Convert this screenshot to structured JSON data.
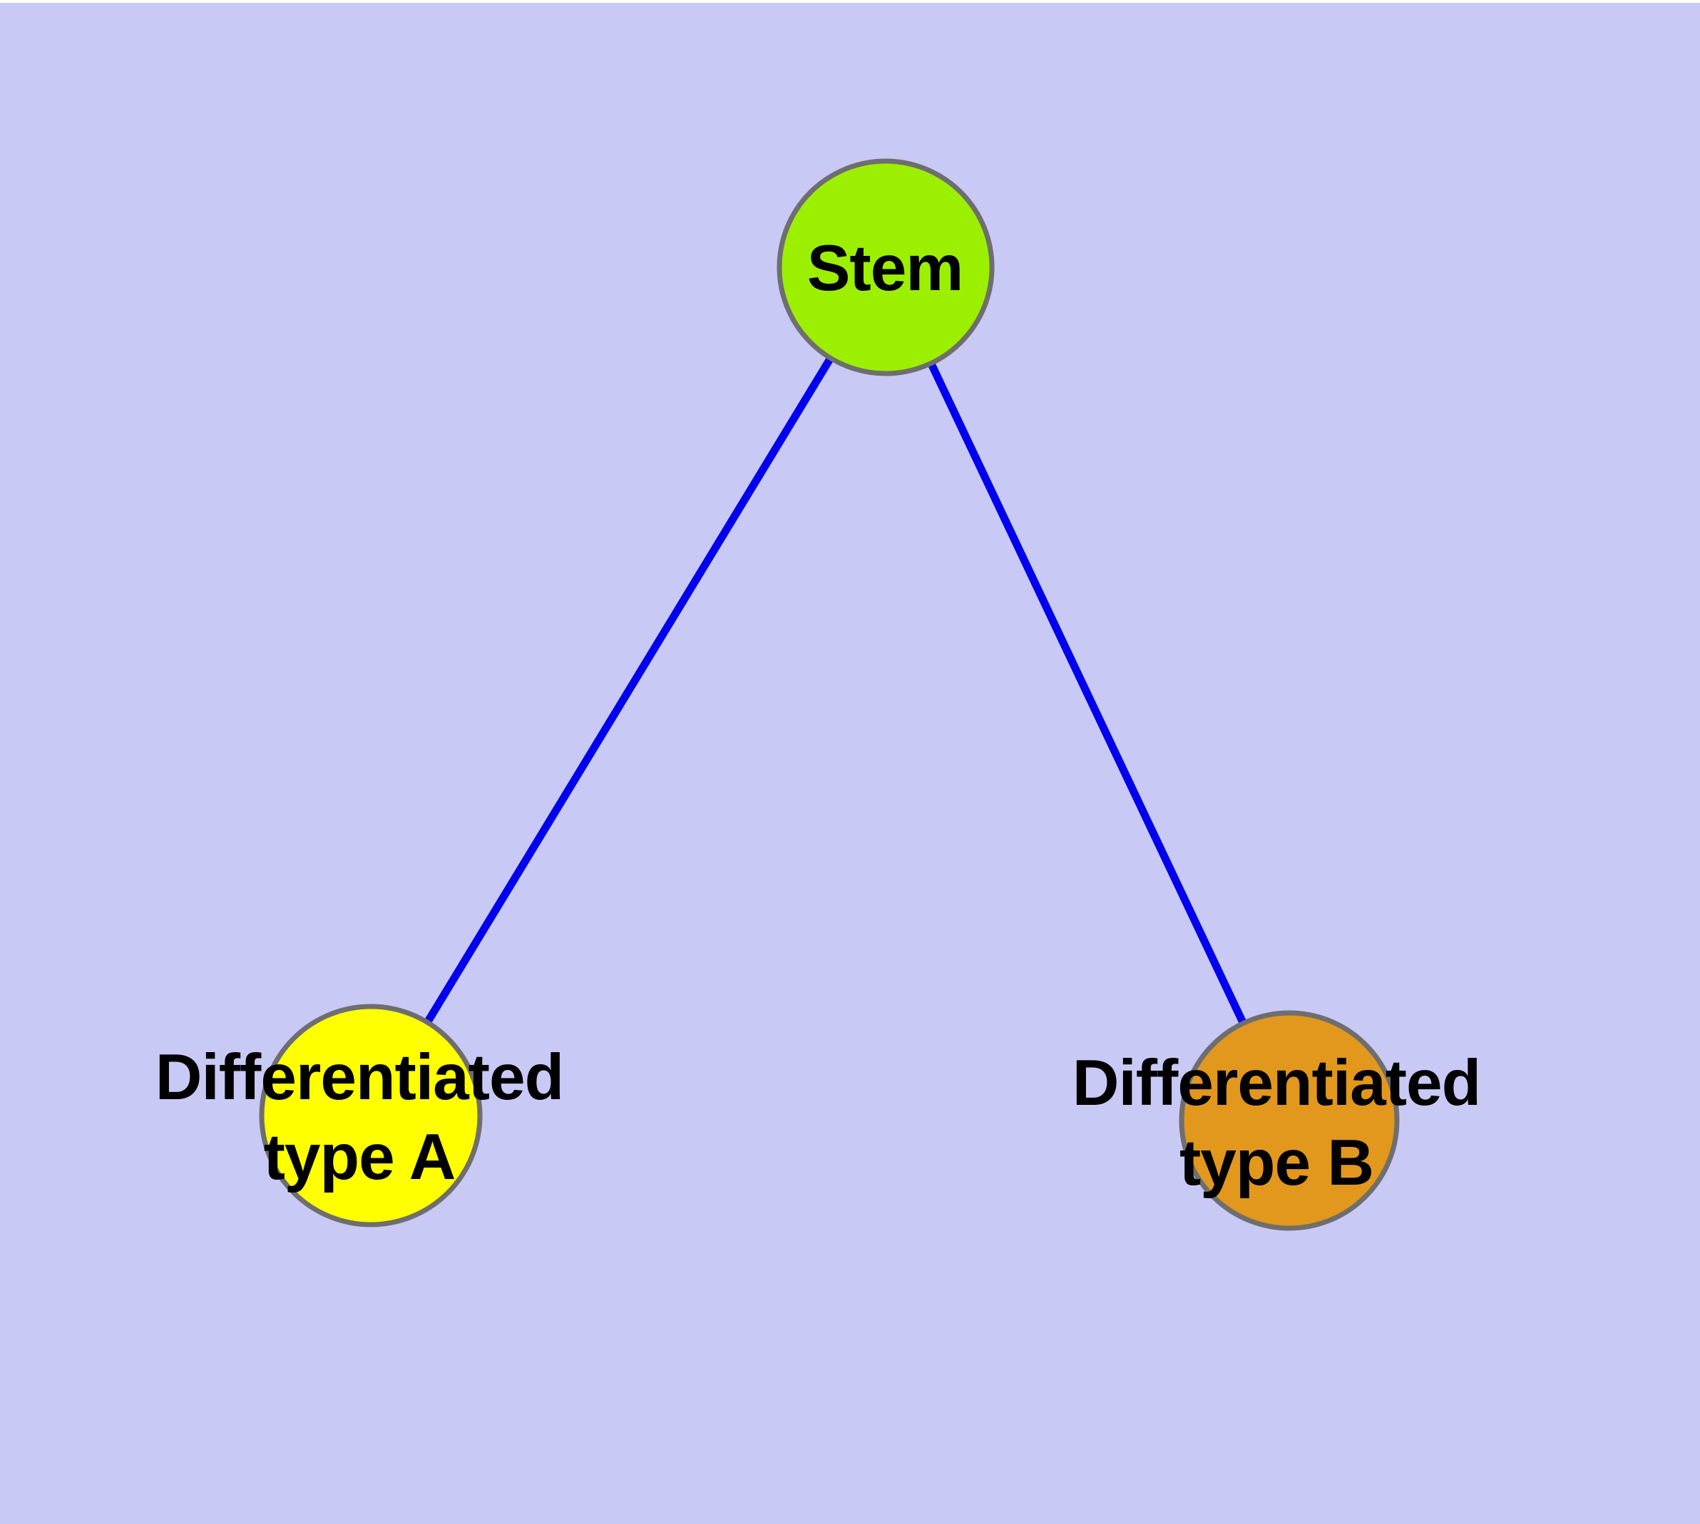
{
  "diagram": {
    "type": "node-link-graph",
    "description": "Stem cell differentiation graph: one stem node connected to two differentiated cell type nodes",
    "colors": {
      "background": "#C9C9F6",
      "top_margin": "#FFFFFF",
      "edge": "#0000EE",
      "node_border": "#6E6E6E",
      "label_text": "#000000"
    },
    "nodes": [
      {
        "id": "stem",
        "label": "Stem",
        "line1": "Stem",
        "line2": "",
        "fill": "#9DEF00"
      },
      {
        "id": "type-a",
        "label": "Differentiated type A",
        "line1": "Differentiated",
        "line2": "type A",
        "fill": "#FFFF00"
      },
      {
        "id": "type-b",
        "label": "Differentiated type B",
        "line1": "Differentiated",
        "line2": "type B",
        "fill": "#E2971D"
      }
    ],
    "edges": [
      {
        "from": "Stem",
        "to": "Differentiated type A"
      },
      {
        "from": "Stem",
        "to": "Differentiated type B"
      }
    ]
  }
}
